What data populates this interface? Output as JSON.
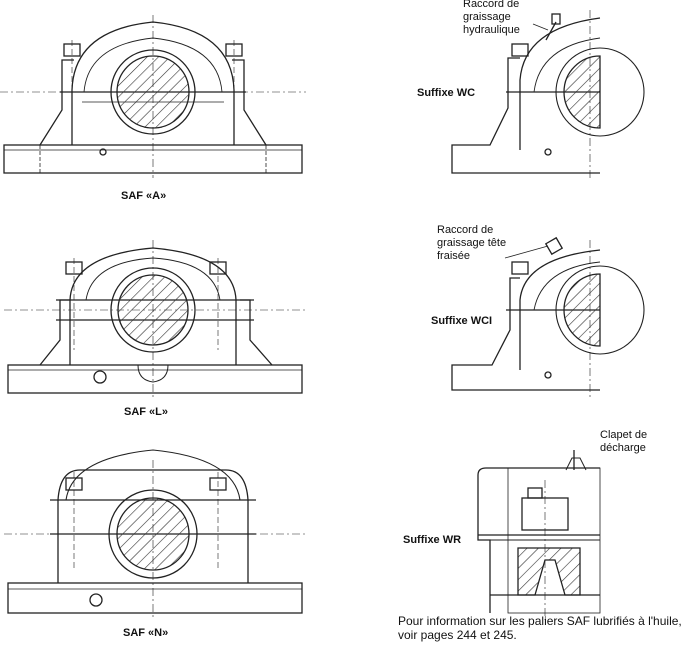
{
  "captions": {
    "saf_a": "SAF «A»",
    "saf_l": "SAF «L»",
    "saf_n": "SAF «N»",
    "wc": "Suffixe WC",
    "wci": "Suffixe WCI",
    "wr": "Suffixe WR"
  },
  "callouts": {
    "wc_line1": "Raccord de",
    "wc_line2": "graissage",
    "wc_line3": "hydraulique",
    "wci_line1": "Raccord de",
    "wci_line2": "graissage tête",
    "wci_line3": "fraisée",
    "wr_line1": "Clapet de",
    "wr_line2": "décharge"
  },
  "note": {
    "line1": "Pour information sur les paliers SAF lubrifiés à l'huile,",
    "line2": "voir pages 244 et 245."
  }
}
